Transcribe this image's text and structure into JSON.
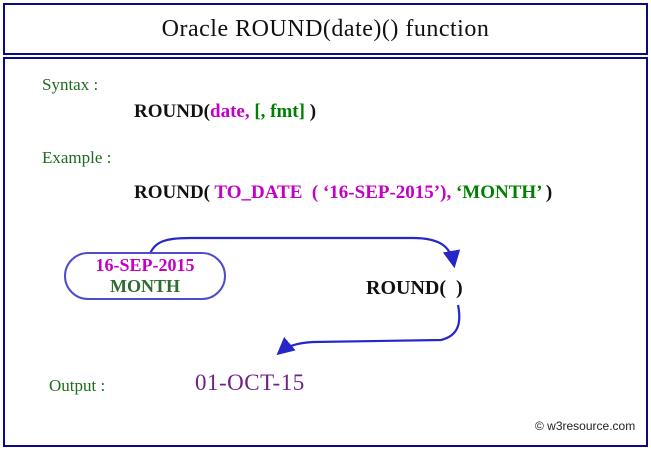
{
  "page": {
    "title": "Oracle ROUND(date)() function",
    "watermark": "© w3resource.com"
  },
  "syntax": {
    "label": "Syntax :",
    "parts": {
      "fn": "ROUND(",
      "date": "date,",
      "fmt": " [, fmt]",
      "close": " )"
    }
  },
  "example": {
    "label": "Example :",
    "parts": {
      "fn": "ROUND( ",
      "date": "TO_DATE  ( ‘16-SEP-2015’), ",
      "fmt": "‘MONTH’",
      "close": " )"
    }
  },
  "diagram": {
    "input_box": {
      "date": "16-SEP-2015",
      "fmt": "MONTH"
    },
    "function_label": "ROUND(  )"
  },
  "output": {
    "label": "Output :",
    "value": "01-OCT-15"
  },
  "colors": {
    "frame_border": "#0a0a85",
    "arrow": "#2626c9",
    "oval_border": "#4d4dcc",
    "code_date": "#c500c5",
    "code_fmt": "#008000",
    "label_green": "#1d6b1d",
    "output_purple": "#702283"
  }
}
